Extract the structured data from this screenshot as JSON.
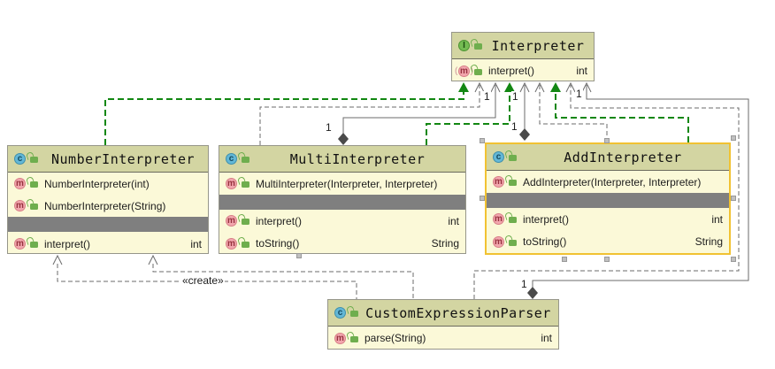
{
  "classes": [
    {
      "id": "interpreter",
      "kind": "interface",
      "badge_letter": "I",
      "name": "Interpreter",
      "methods": [
        {
          "label": "interpret()",
          "type": "int"
        }
      ]
    },
    {
      "id": "number-interpreter",
      "kind": "class",
      "badge_letter": "c",
      "name": "NumberInterpreter",
      "constructors": [
        {
          "label": "NumberInterpreter(int)"
        },
        {
          "label": "NumberInterpreter(String)"
        }
      ],
      "methods": [
        {
          "label": "interpret()",
          "type": "int"
        }
      ]
    },
    {
      "id": "multi-interpreter",
      "kind": "class",
      "badge_letter": "c",
      "name": "MultiInterpreter",
      "constructors": [
        {
          "label": "MultiInterpreter(Interpreter, Interpreter)"
        }
      ],
      "methods": [
        {
          "label": "interpret()",
          "type": "int"
        },
        {
          "label": "toString()",
          "type": "String"
        }
      ]
    },
    {
      "id": "add-interpreter",
      "kind": "class",
      "badge_letter": "c",
      "name": "AddInterpreter",
      "selected": true,
      "constructors": [
        {
          "label": "AddInterpreter(Interpreter, Interpreter)"
        }
      ],
      "methods": [
        {
          "label": "interpret()",
          "type": "int"
        },
        {
          "label": "toString()",
          "type": "String"
        }
      ]
    },
    {
      "id": "custom-expression-parser",
      "kind": "class",
      "badge_letter": "c",
      "name": "CustomExpressionParser",
      "methods": [
        {
          "label": "parse(String)",
          "type": "int"
        }
      ]
    }
  ],
  "edge_labels": {
    "multiplicity_one": "1",
    "create_stereotype": "«create»"
  },
  "colors": {
    "box_header": "#d3d5a2",
    "box_body": "#fbf9d8",
    "separator_band": "#7f7f7f",
    "selection_border": "#f1c232",
    "realization_edge": "#128712",
    "dependency_edge": "#6b6b6b",
    "diamond_fill": "#4a4a4a"
  }
}
